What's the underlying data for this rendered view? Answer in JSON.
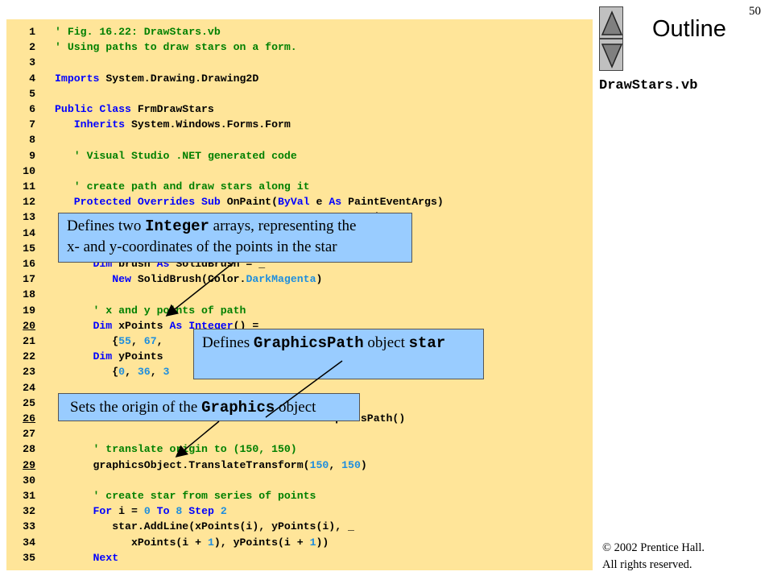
{
  "page_number": "50",
  "outline_title": "Outline",
  "file_name": "DrawStars.vb",
  "copyright": [
    "© 2002 Prentice Hall.",
    "All rights reserved."
  ],
  "nav": {
    "up_icon": "triangle-up-icon",
    "down_icon": "triangle-down-icon"
  },
  "colors": {
    "code_background": "#ffe599",
    "callout_background": "#99ccff",
    "keyword": "#0000ff",
    "comment": "#008000",
    "number": "#1e8ede"
  },
  "code_lines": [
    {
      "num": "1",
      "underline": false,
      "segs": [
        [
          "cm",
          "' Fig. 16.22: DrawStars.vb"
        ]
      ]
    },
    {
      "num": "2",
      "underline": false,
      "segs": [
        [
          "cm",
          "' Using paths to draw stars on a form."
        ]
      ]
    },
    {
      "num": "3",
      "underline": false,
      "segs": []
    },
    {
      "num": "4",
      "underline": false,
      "segs": [
        [
          "kw",
          "Imports"
        ],
        [
          "",
          " System.Drawing.Drawing2D"
        ]
      ]
    },
    {
      "num": "5",
      "underline": false,
      "segs": []
    },
    {
      "num": "6",
      "underline": false,
      "segs": [
        [
          "kw",
          "Public Class"
        ],
        [
          "",
          " FrmDrawStars"
        ]
      ]
    },
    {
      "num": "7",
      "underline": false,
      "segs": [
        [
          "",
          "   "
        ],
        [
          "kw",
          "Inherits"
        ],
        [
          "",
          " System.Windows.Forms.Form"
        ]
      ]
    },
    {
      "num": "8",
      "underline": false,
      "segs": []
    },
    {
      "num": "9",
      "underline": false,
      "segs": [
        [
          "",
          "   "
        ],
        [
          "cm",
          "' Visual Studio .NET generated code"
        ]
      ]
    },
    {
      "num": "10",
      "underline": false,
      "segs": []
    },
    {
      "num": "11",
      "underline": false,
      "segs": [
        [
          "",
          "   "
        ],
        [
          "cm",
          "' create path and draw stars along it"
        ]
      ]
    },
    {
      "num": "12",
      "underline": false,
      "segs": [
        [
          "",
          "   "
        ],
        [
          "kw",
          "Protected Overrides Sub"
        ],
        [
          "",
          " OnPaint("
        ],
        [
          "kw",
          "ByVal"
        ],
        [
          "",
          " e "
        ],
        [
          "kw",
          "As"
        ],
        [
          "",
          " PaintEventArgs)"
        ]
      ]
    },
    {
      "num": "13",
      "underline": false,
      "segs": [
        [
          "",
          "                                                  ics"
        ]
      ]
    },
    {
      "num": "14",
      "underline": false,
      "segs": []
    },
    {
      "num": "15",
      "underline": false,
      "segs": []
    },
    {
      "num": "16",
      "underline": false,
      "segs": [
        [
          "",
          "      "
        ],
        [
          "kw",
          "Dim"
        ],
        [
          "",
          " brush "
        ],
        [
          "kw",
          "As"
        ],
        [
          "",
          " SolidBrush = _"
        ]
      ]
    },
    {
      "num": "17",
      "underline": false,
      "segs": [
        [
          "",
          "         "
        ],
        [
          "kw",
          "New"
        ],
        [
          "",
          " SolidBrush(Color."
        ],
        [
          "nm",
          "DarkMagenta"
        ],
        [
          "",
          ")"
        ]
      ]
    },
    {
      "num": "18",
      "underline": false,
      "segs": []
    },
    {
      "num": "19",
      "underline": false,
      "segs": [
        [
          "",
          "      "
        ],
        [
          "cm",
          "' x and y points of path"
        ]
      ]
    },
    {
      "num": "20",
      "underline": true,
      "segs": [
        [
          "",
          "      "
        ],
        [
          "kw",
          "Dim"
        ],
        [
          "",
          " xPoints "
        ],
        [
          "kw",
          "As Integer"
        ],
        [
          "",
          "() ="
        ]
      ]
    },
    {
      "num": "21",
      "underline": false,
      "segs": [
        [
          "",
          "         {"
        ],
        [
          "nm",
          "55"
        ],
        [
          "",
          ", "
        ],
        [
          "nm",
          "67"
        ],
        [
          "",
          ","
        ]
      ]
    },
    {
      "num": "22",
      "underline": false,
      "segs": [
        [
          "",
          "      "
        ],
        [
          "kw",
          "Dim"
        ],
        [
          "",
          " yPoints"
        ]
      ]
    },
    {
      "num": "23",
      "underline": false,
      "segs": [
        [
          "",
          "         {"
        ],
        [
          "nm",
          "0"
        ],
        [
          "",
          ", "
        ],
        [
          "nm",
          "36"
        ],
        [
          "",
          ", "
        ],
        [
          "nm",
          "3"
        ]
      ]
    },
    {
      "num": "24",
      "underline": false,
      "segs": []
    },
    {
      "num": "25",
      "underline": false,
      "segs": []
    },
    {
      "num": "26",
      "underline": true,
      "segs": [
        [
          "",
          "                                           aphicsPath()"
        ]
      ]
    },
    {
      "num": "27",
      "underline": false,
      "segs": []
    },
    {
      "num": "28",
      "underline": false,
      "segs": [
        [
          "",
          "      "
        ],
        [
          "cm",
          "' translate origin to (150, 150)"
        ]
      ]
    },
    {
      "num": "29",
      "underline": true,
      "segs": [
        [
          "",
          "      graphicsObject.TranslateTransform("
        ],
        [
          "nm",
          "150"
        ],
        [
          "",
          ", "
        ],
        [
          "nm",
          "150"
        ],
        [
          "",
          ")"
        ]
      ]
    },
    {
      "num": "30",
      "underline": false,
      "segs": []
    },
    {
      "num": "31",
      "underline": false,
      "segs": [
        [
          "",
          "      "
        ],
        [
          "cm",
          "' create star from series of points"
        ]
      ]
    },
    {
      "num": "32",
      "underline": false,
      "segs": [
        [
          "",
          "      "
        ],
        [
          "kw",
          "For"
        ],
        [
          "",
          " i = "
        ],
        [
          "nm",
          "0"
        ],
        [
          "",
          " "
        ],
        [
          "kw",
          "To"
        ],
        [
          "",
          " "
        ],
        [
          "nm",
          "8"
        ],
        [
          "",
          " "
        ],
        [
          "kw",
          "Step"
        ],
        [
          "",
          " "
        ],
        [
          "nm",
          "2"
        ]
      ]
    },
    {
      "num": "33",
      "underline": false,
      "segs": [
        [
          "",
          "         star.AddLine(xPoints(i), yPoints(i), _"
        ]
      ]
    },
    {
      "num": "34",
      "underline": false,
      "segs": [
        [
          "",
          "            xPoints(i + "
        ],
        [
          "nm",
          "1"
        ],
        [
          "",
          "), yPoints(i + "
        ],
        [
          "nm",
          "1"
        ],
        [
          "",
          "))"
        ]
      ]
    },
    {
      "num": "35",
      "underline": false,
      "segs": [
        [
          "",
          "      "
        ],
        [
          "kw",
          "Next"
        ]
      ]
    }
  ],
  "callouts": {
    "integer_arrays": {
      "line1": [
        "Defines two ",
        "Integer",
        " arrays, representing the"
      ],
      "line2": "x- and y-coordinates of the points in the star"
    },
    "graphics_path": [
      "Defines ",
      "GraphicsPath",
      " object ",
      "star"
    ],
    "origin": [
      "Sets the origin of the ",
      "Graphics",
      " object"
    ]
  }
}
